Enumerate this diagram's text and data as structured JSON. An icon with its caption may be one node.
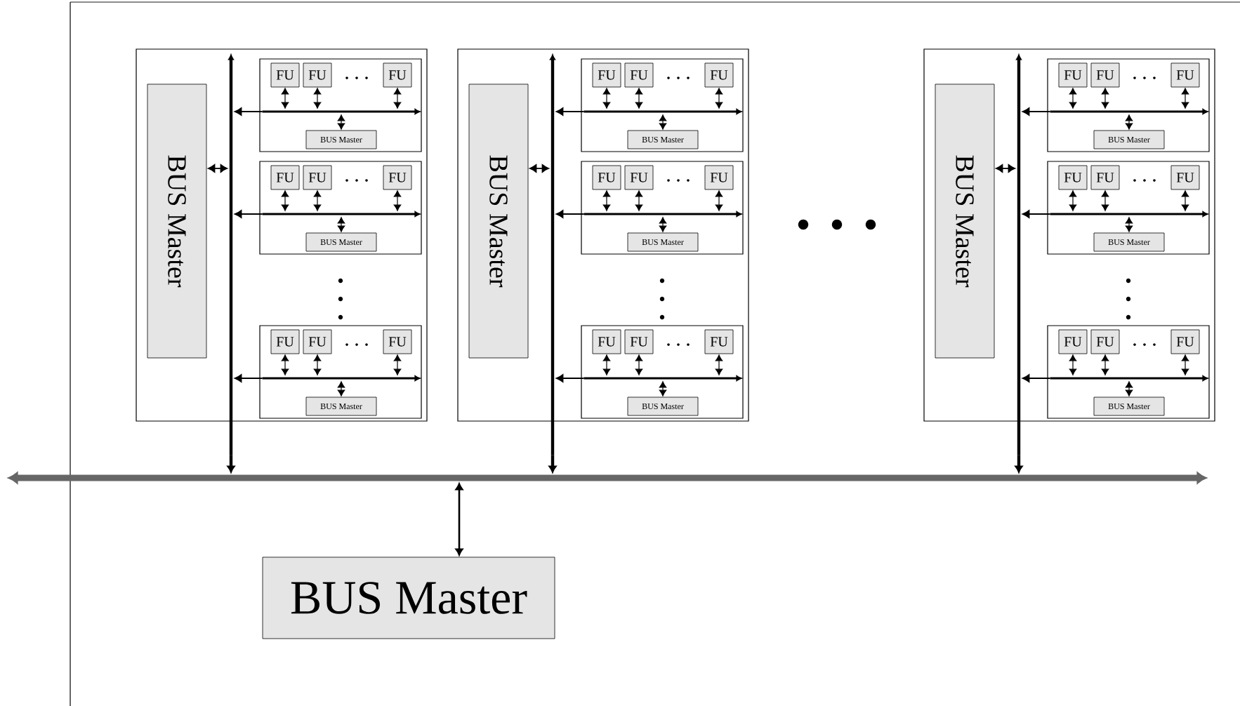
{
  "diagram": {
    "nodes": [
      {
        "text": [],
        "shape": "box"
      },
      {
        "text": [
          "BUS Master"
        ],
        "in": 0
      },
      {
        "text": [],
        "shape": "bar"
      },
      {
        "text": [],
        "shape": "box",
        "in": 0
      },
      {
        "text": [
          "FU"
        ],
        "in": 3
      },
      {
        "text": [
          "FU"
        ],
        "in": 3
      },
      {
        "text": [
          "FU"
        ],
        "in": 3
      },
      {
        "text": [],
        "shape": "bar",
        "in": 3
      },
      {
        "text": [
          "BUS Master"
        ],
        "in": 3
      },
      {
        "text": [],
        "shape": "box",
        "in": 0
      },
      {
        "text": [
          "FU"
        ],
        "in": 9
      },
      {
        "text": [
          "FU"
        ],
        "in": 9
      },
      {
        "text": [
          "FU"
        ],
        "in": 9
      },
      {
        "text": [],
        "shape": "bar",
        "in": 9
      },
      {
        "text": [
          "BUS Master"
        ],
        "in": 9
      },
      {
        "text": [],
        "shape": "box",
        "in": 0
      },
      {
        "text": [
          "FU"
        ],
        "in": 15
      },
      {
        "text": [
          "FU"
        ],
        "in": 15
      },
      {
        "text": [
          "FU"
        ],
        "in": 15
      },
      {
        "text": [],
        "shape": "bar",
        "in": 15
      },
      {
        "text": [
          "BUS Master"
        ],
        "in": 15
      },
      {
        "text": [],
        "shape": "box"
      },
      {
        "text": [
          "BUS Master"
        ],
        "in": 21
      },
      {
        "text": [],
        "shape": "bar"
      },
      {
        "text": [],
        "shape": "box",
        "in": 21
      },
      {
        "text": [
          "FU"
        ],
        "in": 24
      },
      {
        "text": [
          "FU"
        ],
        "in": 24
      },
      {
        "text": [
          "FU"
        ],
        "in": 24
      },
      {
        "text": [],
        "shape": "bar",
        "in": 24
      },
      {
        "text": [
          "BUS Master"
        ],
        "in": 24
      },
      {
        "text": [],
        "shape": "box",
        "in": 21
      },
      {
        "text": [
          "FU"
        ],
        "in": 30
      },
      {
        "text": [
          "FU"
        ],
        "in": 30
      },
      {
        "text": [
          "FU"
        ],
        "in": 30
      },
      {
        "text": [],
        "shape": "bar",
        "in": 30
      },
      {
        "text": [
          "BUS Master"
        ],
        "in": 30
      },
      {
        "text": [],
        "shape": "box",
        "in": 21
      },
      {
        "text": [
          "FU"
        ],
        "in": 36
      },
      {
        "text": [
          "FU"
        ],
        "in": 36
      },
      {
        "text": [
          "FU"
        ],
        "in": 36
      },
      {
        "text": [],
        "shape": "bar",
        "in": 36
      },
      {
        "text": [
          "BUS Master"
        ],
        "in": 36
      },
      {
        "text": [],
        "shape": "box"
      },
      {
        "text": [
          "BUS Master"
        ],
        "in": 42
      },
      {
        "text": [],
        "shape": "bar"
      },
      {
        "text": [],
        "shape": "box",
        "in": 42
      },
      {
        "text": [
          "FU"
        ],
        "in": 45
      },
      {
        "text": [
          "FU"
        ],
        "in": 45
      },
      {
        "text": [
          "FU"
        ],
        "in": 45
      },
      {
        "text": [],
        "shape": "bar",
        "in": 45
      },
      {
        "text": [
          "BUS Master"
        ],
        "in": 45
      },
      {
        "text": [],
        "shape": "box",
        "in": 42
      },
      {
        "text": [
          "FU"
        ],
        "in": 51
      },
      {
        "text": [
          "FU"
        ],
        "in": 51
      },
      {
        "text": [
          "FU"
        ],
        "in": 51
      },
      {
        "text": [],
        "shape": "bar",
        "in": 51
      },
      {
        "text": [
          "BUS Master"
        ],
        "in": 51
      },
      {
        "text": [],
        "shape": "box",
        "in": 42
      },
      {
        "text": [
          "FU"
        ],
        "in": 57
      },
      {
        "text": [
          "FU"
        ],
        "in": 57
      },
      {
        "text": [
          "FU"
        ],
        "in": 57
      },
      {
        "text": [],
        "shape": "bar",
        "in": 57
      },
      {
        "text": [
          "BUS Master"
        ],
        "in": 57
      },
      {
        "text": [],
        "shape": "bar"
      },
      {
        "text": [
          "BUS Master"
        ]
      }
    ],
    "edges": [
      {
        "from": 1,
        "to": 2,
        "arrow": "both"
      },
      {
        "from": 2,
        "to": 63,
        "arrow": "to",
        "style": "thick"
      },
      {
        "from": 4,
        "to": 7,
        "arrow": "both"
      },
      {
        "from": 5,
        "to": 7,
        "arrow": "both"
      },
      {
        "from": 6,
        "to": 7,
        "arrow": "both"
      },
      {
        "from": 7,
        "to": 2,
        "arrow": "to"
      },
      {
        "from": 8,
        "to": 7,
        "arrow": "both"
      },
      {
        "from": 10,
        "to": 13,
        "arrow": "both"
      },
      {
        "from": 11,
        "to": 13,
        "arrow": "both"
      },
      {
        "from": 12,
        "to": 13,
        "arrow": "both"
      },
      {
        "from": 13,
        "to": 2,
        "arrow": "to"
      },
      {
        "from": 14,
        "to": 13,
        "arrow": "both"
      },
      {
        "from": 16,
        "to": 19,
        "arrow": "both"
      },
      {
        "from": 17,
        "to": 19,
        "arrow": "both"
      },
      {
        "from": 18,
        "to": 19,
        "arrow": "both"
      },
      {
        "from": 19,
        "to": 2,
        "arrow": "to"
      },
      {
        "from": 20,
        "to": 19,
        "arrow": "both"
      },
      {
        "from": 22,
        "to": 23,
        "arrow": "both"
      },
      {
        "from": 23,
        "to": 63,
        "arrow": "to",
        "style": "thick"
      },
      {
        "from": 25,
        "to": 28,
        "arrow": "both"
      },
      {
        "from": 26,
        "to": 28,
        "arrow": "both"
      },
      {
        "from": 27,
        "to": 28,
        "arrow": "both"
      },
      {
        "from": 28,
        "to": 23,
        "arrow": "to"
      },
      {
        "from": 29,
        "to": 28,
        "arrow": "both"
      },
      {
        "from": 31,
        "to": 34,
        "arrow": "both"
      },
      {
        "from": 32,
        "to": 34,
        "arrow": "both"
      },
      {
        "from": 33,
        "to": 34,
        "arrow": "both"
      },
      {
        "from": 34,
        "to": 23,
        "arrow": "to"
      },
      {
        "from": 35,
        "to": 34,
        "arrow": "both"
      },
      {
        "from": 37,
        "to": 40,
        "arrow": "both"
      },
      {
        "from": 38,
        "to": 40,
        "arrow": "both"
      },
      {
        "from": 39,
        "to": 40,
        "arrow": "both"
      },
      {
        "from": 40,
        "to": 23,
        "arrow": "to"
      },
      {
        "from": 41,
        "to": 40,
        "arrow": "both"
      },
      {
        "from": 43,
        "to": 44,
        "arrow": "both"
      },
      {
        "from": 44,
        "to": 63,
        "arrow": "to",
        "style": "thick"
      },
      {
        "from": 46,
        "to": 49,
        "arrow": "both"
      },
      {
        "from": 47,
        "to": 49,
        "arrow": "both"
      },
      {
        "from": 48,
        "to": 49,
        "arrow": "both"
      },
      {
        "from": 49,
        "to": 44,
        "arrow": "to"
      },
      {
        "from": 50,
        "to": 49,
        "arrow": "both"
      },
      {
        "from": 52,
        "to": 55,
        "arrow": "both"
      },
      {
        "from": 53,
        "to": 55,
        "arrow": "both"
      },
      {
        "from": 54,
        "to": 55,
        "arrow": "both"
      },
      {
        "from": 55,
        "to": 44,
        "arrow": "to"
      },
      {
        "from": 56,
        "to": 55,
        "arrow": "both"
      },
      {
        "from": 58,
        "to": 61,
        "arrow": "both"
      },
      {
        "from": 59,
        "to": 61,
        "arrow": "both"
      },
      {
        "from": 60,
        "to": 61,
        "arrow": "both"
      },
      {
        "from": 61,
        "to": 44,
        "arrow": "to"
      },
      {
        "from": 62,
        "to": 61,
        "arrow": "both"
      },
      {
        "from": 64,
        "to": 63,
        "arrow": "both"
      }
    ]
  }
}
